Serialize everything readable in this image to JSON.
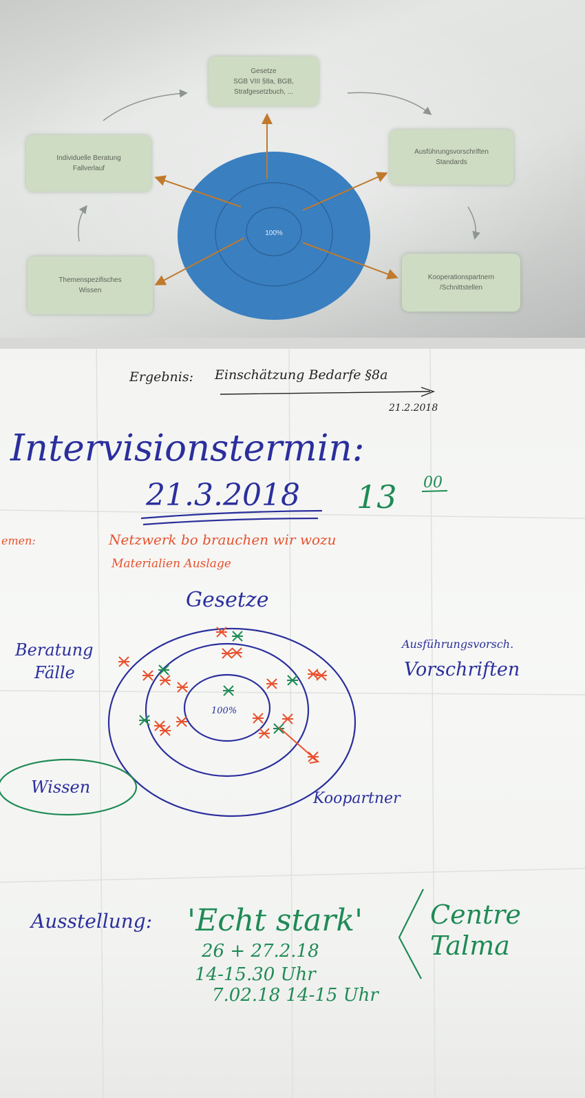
{
  "slide": {
    "boxes": {
      "top": {
        "lines": [
          "Gesetze",
          "SGB VIII §8a, BGB,",
          "Strafgesetzbuch, ..."
        ]
      },
      "left": {
        "lines": [
          "Individuelle Beratung",
          "Fallverlauf"
        ]
      },
      "right": {
        "lines": [
          "Ausführungsvorschriften",
          "Standards"
        ]
      },
      "bottom_left": {
        "lines": [
          "Themenspezifisches",
          "Wissen"
        ]
      },
      "bottom_right": {
        "lines": [
          "Kooperationspartnern",
          "/Schnittstellen"
        ]
      }
    },
    "center_label": "100%",
    "colors": {
      "circle": "#3a7fc0",
      "arrows": "#c07a2c",
      "box_fill": "#cfdcc4"
    }
  },
  "poster": {
    "ergebnis": {
      "label": "Ergebnis:",
      "text": "Einschätzung Bedarfe §8a",
      "date": "21.2.2018"
    },
    "intervision": {
      "title": "Intervisionstermin:",
      "date": "21.3.2018",
      "time": "13",
      "time_sup": "00"
    },
    "red_note": {
      "prefix": "emen:",
      "line1": "Netzwerk bo brauchen wir wozu",
      "line2": "Materialien Auslage"
    },
    "diagram": {
      "top": "Gesetze",
      "left": [
        "Beratung",
        "Fälle"
      ],
      "right_small": "Ausführungsvorsch.",
      "right": "Vorschriften",
      "center": "100%",
      "bottom_right": "Koopartner",
      "left_oval": "Wissen"
    },
    "ausstellung": {
      "label": "Ausstellung:",
      "title": "'Echt stark'",
      "venue1": "Centre",
      "venue2": "Talma",
      "line1": "26 + 27.2.18",
      "line2": "14-15.30 Uhr",
      "line3": "7.02.18  14-15 Uhr"
    },
    "colors": {
      "blue": "#2b2f9c",
      "green": "#1f8a55",
      "red": "#e8512e",
      "black": "#222222"
    }
  }
}
